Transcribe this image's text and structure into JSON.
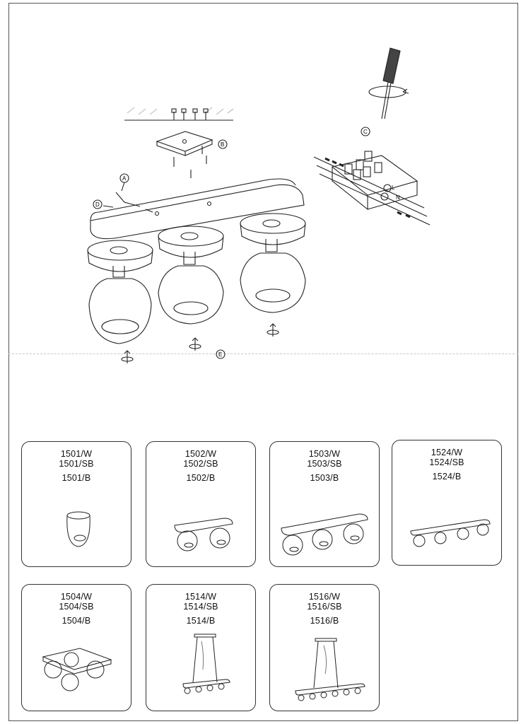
{
  "callouts": {
    "a": "A",
    "b": "B",
    "c": "C",
    "d": "D",
    "e": "E"
  },
  "wire_marks": {
    "l": "L",
    "n": "N"
  },
  "products": [
    {
      "codes": [
        "1501/W",
        "1501/SB",
        "1501/B"
      ],
      "icon": "single-spotlight"
    },
    {
      "codes": [
        "1502/W",
        "1502/SB",
        "1502/B"
      ],
      "icon": "two-spot-bar"
    },
    {
      "codes": [
        "1503/W",
        "1503/SB",
        "1503/B"
      ],
      "icon": "three-spot-bar"
    },
    {
      "codes": [
        "1524/W",
        "1524/SB",
        "1524/B"
      ],
      "icon": "four-spot-bar"
    },
    {
      "codes": [
        "1504/W",
        "1504/SB",
        "1504/B"
      ],
      "icon": "four-spot-square-plate"
    },
    {
      "codes": [
        "1514/W",
        "1514/SB",
        "1514/B"
      ],
      "icon": "four-light-pendant-bar"
    },
    {
      "codes": [
        "1516/W",
        "1516/SB",
        "1516/B"
      ],
      "icon": "six-light-pendant-bar"
    }
  ]
}
